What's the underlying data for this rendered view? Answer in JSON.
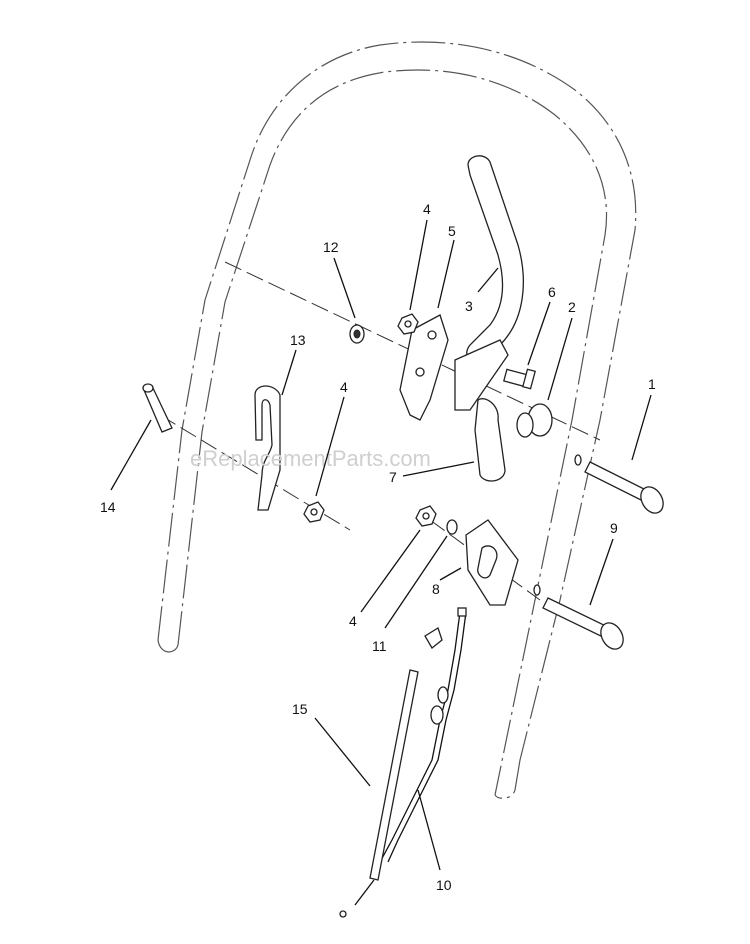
{
  "watermark": "eReplacementParts.com",
  "callouts": [
    {
      "id": "c1",
      "label": "1"
    },
    {
      "id": "c2",
      "label": "2"
    },
    {
      "id": "c3",
      "label": "3"
    },
    {
      "id": "c4a",
      "label": "4"
    },
    {
      "id": "c4b",
      "label": "4"
    },
    {
      "id": "c4c",
      "label": "4"
    },
    {
      "id": "c5",
      "label": "5"
    },
    {
      "id": "c6",
      "label": "6"
    },
    {
      "id": "c7",
      "label": "7"
    },
    {
      "id": "c8",
      "label": "8"
    },
    {
      "id": "c9",
      "label": "9"
    },
    {
      "id": "c10",
      "label": "10"
    },
    {
      "id": "c11",
      "label": "11"
    },
    {
      "id": "c12",
      "label": "12"
    },
    {
      "id": "c13",
      "label": "13"
    },
    {
      "id": "c14",
      "label": "14"
    },
    {
      "id": "c15",
      "label": "15"
    }
  ]
}
